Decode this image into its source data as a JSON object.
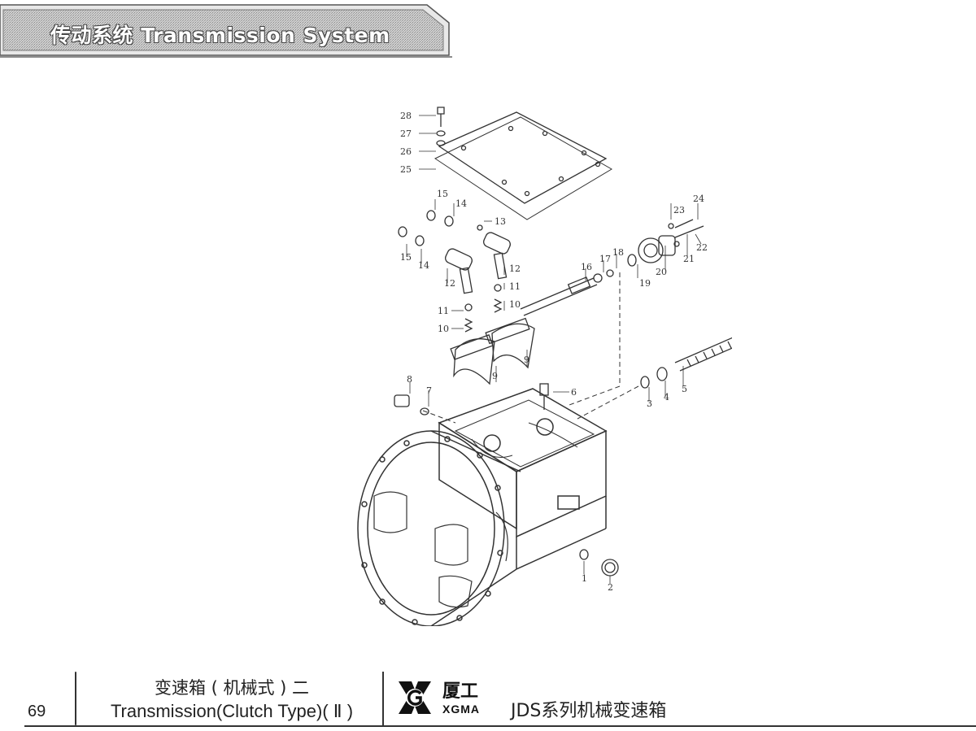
{
  "header": {
    "title": "传动系统 Transmission System"
  },
  "diagram": {
    "callouts": [
      "1",
      "2",
      "3",
      "4",
      "5",
      "6",
      "7",
      "8",
      "9",
      "9",
      "10",
      "10",
      "11",
      "11",
      "12",
      "12",
      "13",
      "14",
      "14",
      "15",
      "15",
      "16",
      "17",
      "18",
      "19",
      "20",
      "21",
      "22",
      "23",
      "24",
      "25",
      "26",
      "27",
      "28"
    ]
  },
  "footer": {
    "page_number": "69",
    "title_cn": "变速箱 ( 机械式 ) 二",
    "title_en": "Transmission(Clutch Type)( Ⅱ )",
    "brand_cn": "厦工",
    "brand_en": "XGMA",
    "series_name": "JDS系列机械变速箱"
  }
}
